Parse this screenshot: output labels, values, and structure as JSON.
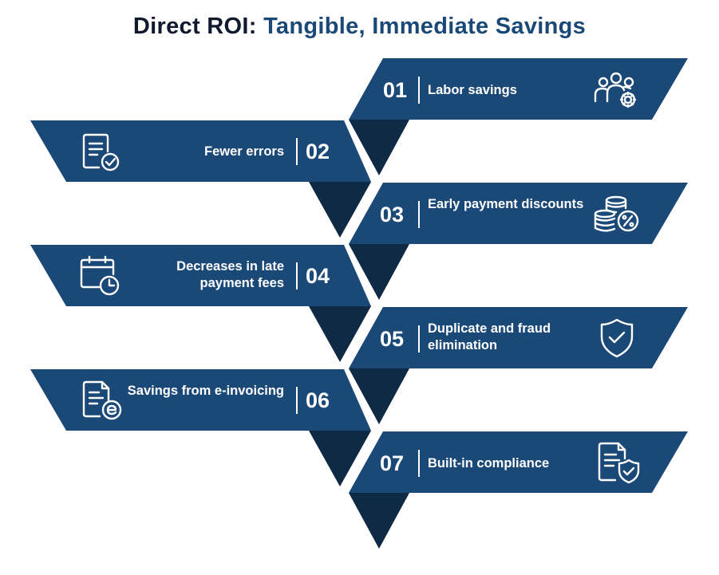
{
  "title": {
    "part1": "Direct ROI:",
    "part2": "Tangible, Immediate Savings"
  },
  "colors": {
    "panel": "#1b4977",
    "shadow": "#0f2a45",
    "title_dark": "#10192e",
    "title_blue": "#1b4977",
    "text": "#ffffff"
  },
  "items": [
    {
      "number": "01",
      "label": "Labor savings",
      "icon": "people-gear-icon",
      "side": "right"
    },
    {
      "number": "02",
      "label": "Fewer errors",
      "icon": "document-check-icon",
      "side": "left"
    },
    {
      "number": "03",
      "label": "Early payment discounts",
      "icon": "coins-percent-icon",
      "side": "right"
    },
    {
      "number": "04",
      "label": "Decreases in late payment fees",
      "icon": "calendar-clock-icon",
      "side": "left"
    },
    {
      "number": "05",
      "label": "Duplicate and fraud elimination",
      "icon": "shield-check-icon",
      "side": "right"
    },
    {
      "number": "06",
      "label": "Savings from e-invoicing",
      "icon": "document-e-icon",
      "side": "left"
    },
    {
      "number": "07",
      "label": "Built-in compliance",
      "icon": "document-shield-icon",
      "side": "right"
    }
  ]
}
